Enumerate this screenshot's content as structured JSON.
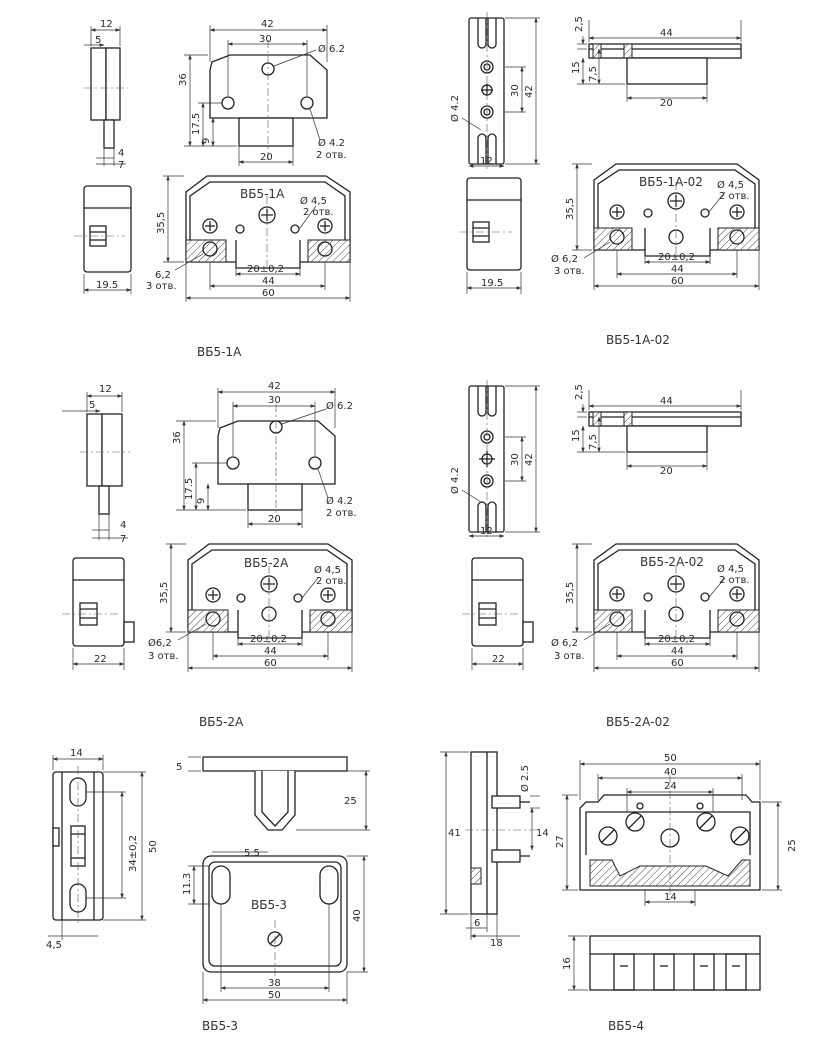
{
  "colors": {
    "line": "#222222",
    "text": "#2a2a2a",
    "background": "#ffffff"
  },
  "panels": {
    "vb51a": {
      "caption": "ВБ5-1А",
      "side": {
        "d12": "12",
        "d5": "5",
        "d4": "4",
        "d7": "7"
      },
      "top": {
        "d42": "42",
        "d30": "30",
        "d6_2": "Ø 6.2",
        "d36": "36",
        "d17_5": "17.5",
        "d9": "9",
        "d20": "20",
        "d4_2": "Ø 4.2",
        "holes": "2 отв."
      },
      "end": {
        "d19_5": "19.5"
      },
      "front": {
        "label": "ВБ5-1А",
        "d4_5": "Ø 4,5",
        "holes2": "2 отв.",
        "d35_5": "35,5",
        "d6_2": "6,2",
        "holes3": "3 отв.",
        "d20": "20±0,2",
        "d44": "44",
        "d60": "60"
      }
    },
    "vb51a02": {
      "caption": "ВБ5-1А-02",
      "side": {
        "d4_2": "Ø 4.2",
        "d30": "30",
        "d42": "42",
        "d12": "12"
      },
      "top": {
        "d2_5": "2,5",
        "d44": "44",
        "d15": "15",
        "d7_5": "7,5",
        "d20": "20"
      },
      "end": {
        "d19_5": "19.5"
      },
      "front": {
        "label": "ВБ5-1А-02",
        "d4_5": "Ø 4,5",
        "holes2": "2 отв.",
        "d35_5": "35,5",
        "d6_2": "Ø 6,2",
        "holes3": "3 отв.",
        "d20": "20±0,2",
        "d44": "44",
        "d60": "60"
      }
    },
    "vb52a": {
      "caption": "ВБ5-2А",
      "side": {
        "d12": "12",
        "d5": "5",
        "d4": "4",
        "d7": "7"
      },
      "top": {
        "d42": "42",
        "d30": "30",
        "d6_2": "Ø 6.2",
        "d36": "36",
        "d17_5": "17.5",
        "d9": "9",
        "d20": "20",
        "d4_2": "Ø 4.2",
        "holes": "2 отв."
      },
      "end": {
        "d22": "22"
      },
      "front": {
        "label": "ВБ5-2А",
        "d4_5": "Ø 4,5",
        "holes2": "2 отв.",
        "d35_5": "35,5",
        "d6_2": "Ø6,2",
        "holes3": "3 отв.",
        "d20": "20±0,2",
        "d44": "44",
        "d60": "60"
      }
    },
    "vb52a02": {
      "caption": "ВБ5-2А-02",
      "side": {
        "d4_2": "Ø 4.2",
        "d30": "30",
        "d42": "42",
        "d12": "12"
      },
      "top": {
        "d2_5": "2,5",
        "d44": "44",
        "d15": "15",
        "d7_5": "7,5",
        "d20": "20"
      },
      "end": {
        "d22": "22"
      },
      "front": {
        "label": "ВБ5-2А-02",
        "d4_5": "Ø 4,5",
        "holes2": "2 отв.",
        "d35_5": "35,5",
        "d6_2": "Ø 6,2",
        "holes3": "3 отв.",
        "d20": "20±0,2",
        "d44": "44",
        "d60": "60"
      }
    },
    "vb53": {
      "caption": "ВБ5-3",
      "side": {
        "d14": "14",
        "d34": "34±0,2",
        "d50": "50",
        "d4_5": "4,5"
      },
      "body": {
        "label": "ВБ5-3",
        "d5": "5",
        "d25": "25",
        "d5_5": "5.5",
        "d11_3": "11.3",
        "d40": "40",
        "d38": "38",
        "d50": "50"
      }
    },
    "vb54": {
      "caption": "ВБ5-4",
      "side": {
        "d2_5": "Ø 2.5",
        "d41": "41",
        "d14": "14",
        "d6": "6",
        "d18": "18"
      },
      "front": {
        "d50": "50",
        "d40": "40",
        "d24": "24",
        "d27": "27",
        "d25": "25",
        "d14": "14"
      },
      "bottom": {
        "d16": "16"
      }
    }
  }
}
